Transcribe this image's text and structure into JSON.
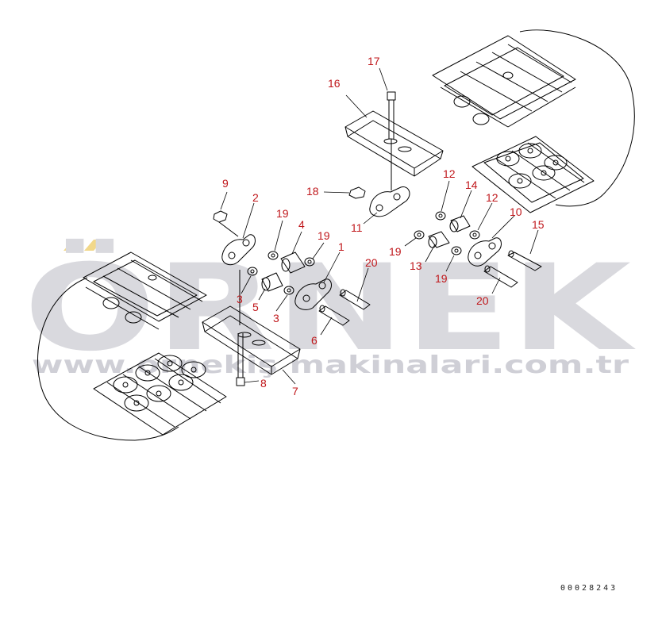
{
  "watermark": {
    "brand": "ÖRNEK",
    "url": "www.ornekiş makinalari.com.tr",
    "brand_color": "#d9d9de",
    "accent_color": "#f2d88a"
  },
  "callouts": [
    {
      "id": "c17",
      "label": "17"
    },
    {
      "id": "c16",
      "label": "16"
    },
    {
      "id": "c12a",
      "label": "12"
    },
    {
      "id": "c14",
      "label": "14"
    },
    {
      "id": "c18",
      "label": "18"
    },
    {
      "id": "c12b",
      "label": "12"
    },
    {
      "id": "c10",
      "label": "10"
    },
    {
      "id": "c11",
      "label": "11"
    },
    {
      "id": "c15",
      "label": "15"
    },
    {
      "id": "c9",
      "label": "9"
    },
    {
      "id": "c2",
      "label": "2"
    },
    {
      "id": "c19a",
      "label": "19"
    },
    {
      "id": "c4",
      "label": "4"
    },
    {
      "id": "c19b",
      "label": "19"
    },
    {
      "id": "c1",
      "label": "1"
    },
    {
      "id": "c19c",
      "label": "19"
    },
    {
      "id": "c13",
      "label": "13"
    },
    {
      "id": "c20a",
      "label": "20"
    },
    {
      "id": "c19d",
      "label": "19"
    },
    {
      "id": "c3a",
      "label": "3"
    },
    {
      "id": "c5",
      "label": "5"
    },
    {
      "id": "c3b",
      "label": "3"
    },
    {
      "id": "c20b",
      "label": "20"
    },
    {
      "id": "c6",
      "label": "6"
    },
    {
      "id": "c8",
      "label": "8"
    },
    {
      "id": "c7",
      "label": "7"
    }
  ],
  "document_number": "00028243",
  "colors": {
    "line": "#000000",
    "callout": "#c0171b"
  }
}
